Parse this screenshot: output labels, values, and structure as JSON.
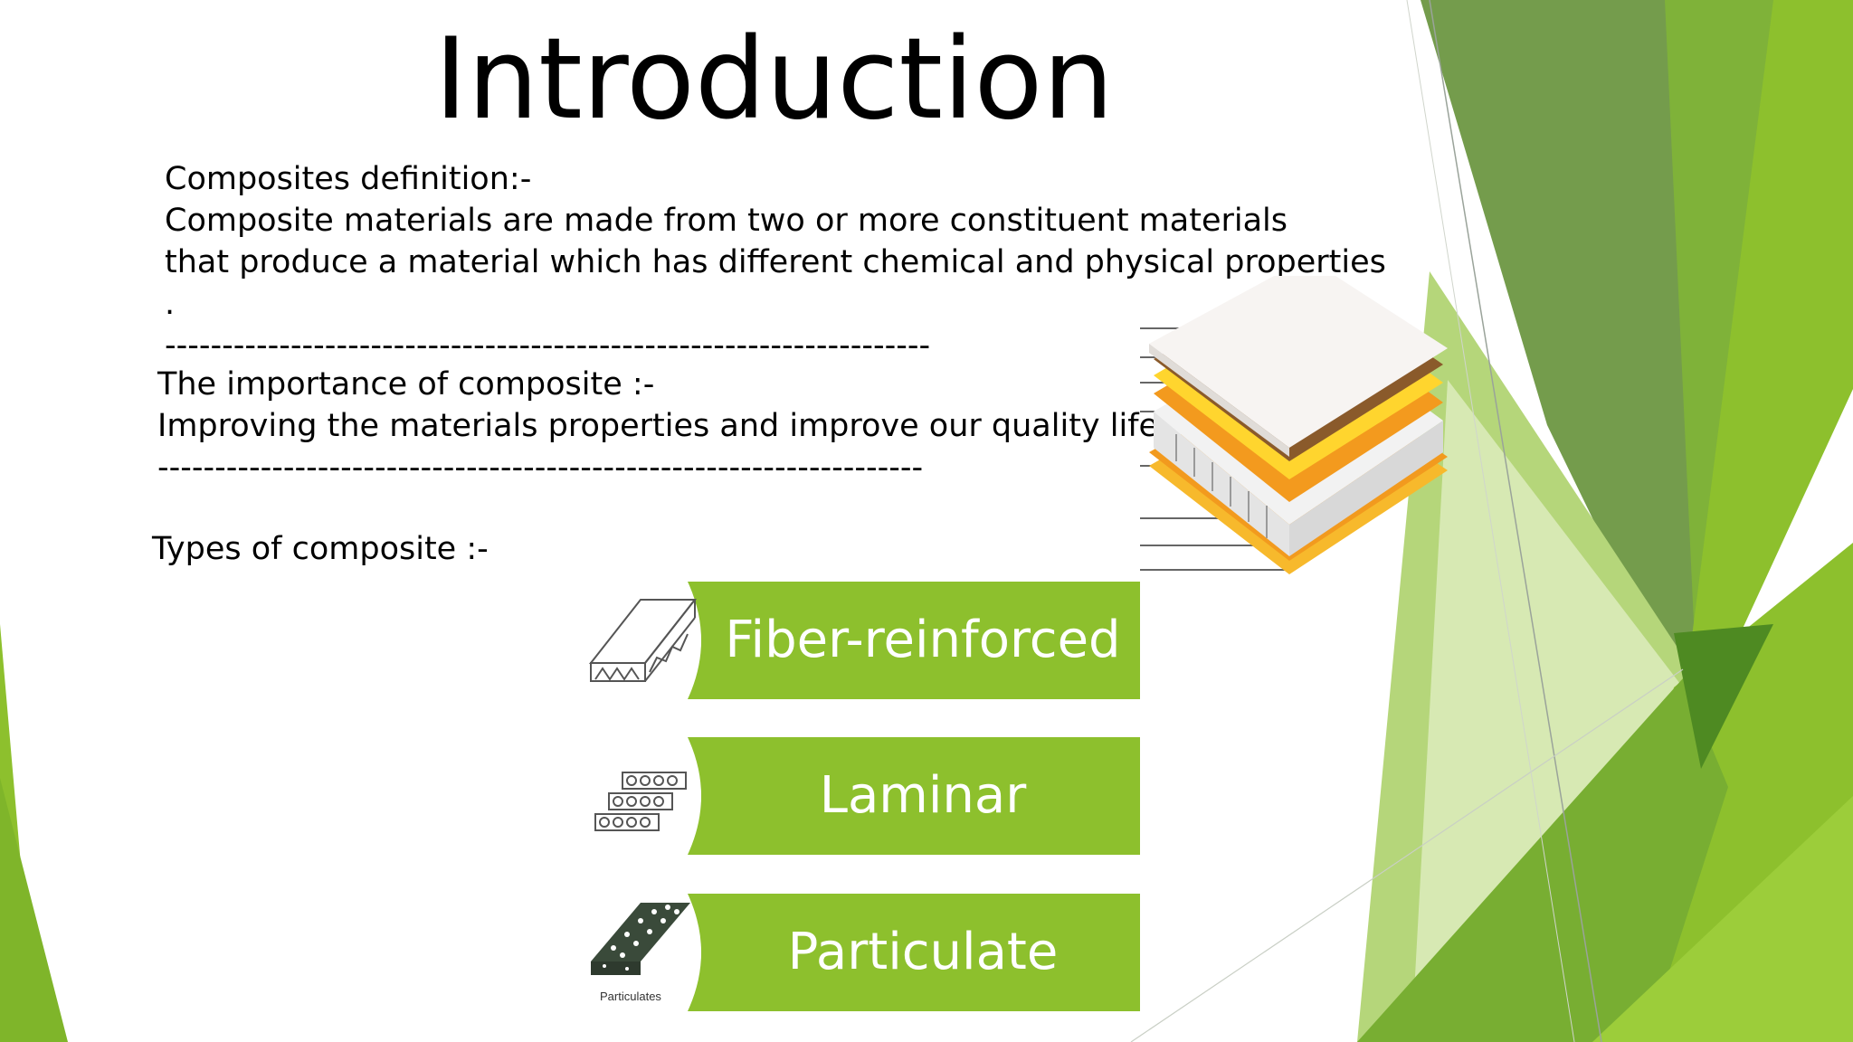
{
  "slide": {
    "title": "Introduction",
    "definition_heading": "Composites definition:-",
    "definition_line1": "Composite materials are made from two or more constituent materials",
    "definition_line2": "that produce a material which has different chemical and physical properties",
    "definition_line3": ".",
    "divider1": "-------------------------------------------------------------------",
    "importance_heading": "The importance of composite :-",
    "importance_text": "Improving the materials properties and improve our quality life",
    "divider2": "-------------------------------------------------------------------",
    "types_heading": "Types of composite :-"
  },
  "types": [
    {
      "label": "Fiber-reinforced",
      "icon": "fiber-sheet-icon"
    },
    {
      "label": "Laminar",
      "icon": "laminar-stack-icon"
    },
    {
      "label": "Particulate",
      "icon": "particulate-icon",
      "icon_caption": "Particulates"
    }
  ],
  "colors": {
    "accent_green": "#8dc02d",
    "dark_green": "#6a9a3c",
    "light_green": "#c8e09a",
    "text": "#000000"
  }
}
